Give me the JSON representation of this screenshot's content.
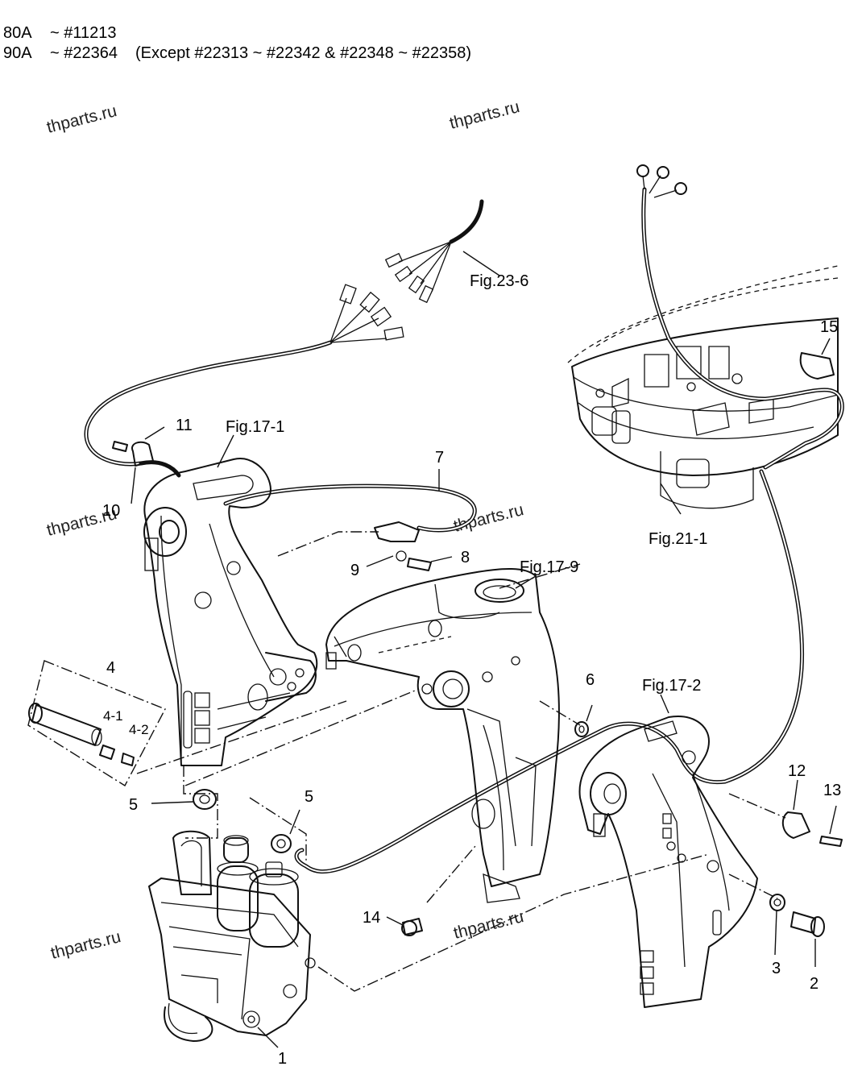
{
  "header": {
    "lines": [
      {
        "model": "80A",
        "range": "~ #11213",
        "note": ""
      },
      {
        "model": "90A",
        "range": "~ #22364",
        "note": "(Except #22313 ~ #22342 & #22348 ~ #22358)"
      }
    ]
  },
  "watermark": "thparts.ru",
  "refs": {
    "fig23_6": "Fig.23-6",
    "fig17_1": "Fig.17-1",
    "fig17_9": "Fig.17-9",
    "fig17_2": "Fig.17-2",
    "fig21_1": "Fig.21-1"
  },
  "callouts": {
    "c1": "1",
    "c2": "2",
    "c3": "3",
    "c4": "4",
    "c4_1": "4-1",
    "c4_2": "4-2",
    "c5a": "5",
    "c5b": "5",
    "c6": "6",
    "c7": "7",
    "c8": "8",
    "c9": "9",
    "c10": "10",
    "c11": "11",
    "c12": "12",
    "c13": "13",
    "c14": "14",
    "c15": "15"
  }
}
